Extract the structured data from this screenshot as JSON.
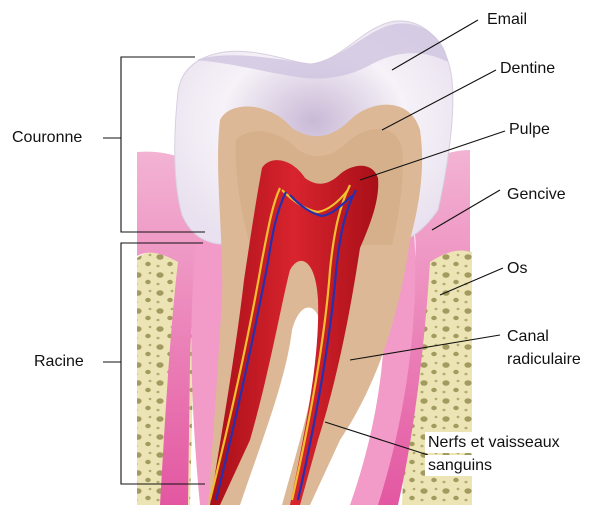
{
  "labels": {
    "email": "Email",
    "dentine": "Dentine",
    "pulpe": "Pulpe",
    "gencive": "Gencive",
    "os": "Os",
    "canal_line1": "Canal",
    "canal_line2": "radiculaire",
    "nerfs_line1": "Nerfs et vaisseaux",
    "nerfs_line2": "sanguins",
    "couronne": "Couronne",
    "racine": "Racine"
  },
  "colors": {
    "enamel": "#f4eef6",
    "dentine": "#dcb896",
    "pulp": "#c0141e",
    "gum": "#e85aa6",
    "bone": "#ece4b4",
    "bone_pore": "#9c9256",
    "nerve": "#f0c030",
    "vessel": "#2530b0",
    "leader": "#111111"
  }
}
